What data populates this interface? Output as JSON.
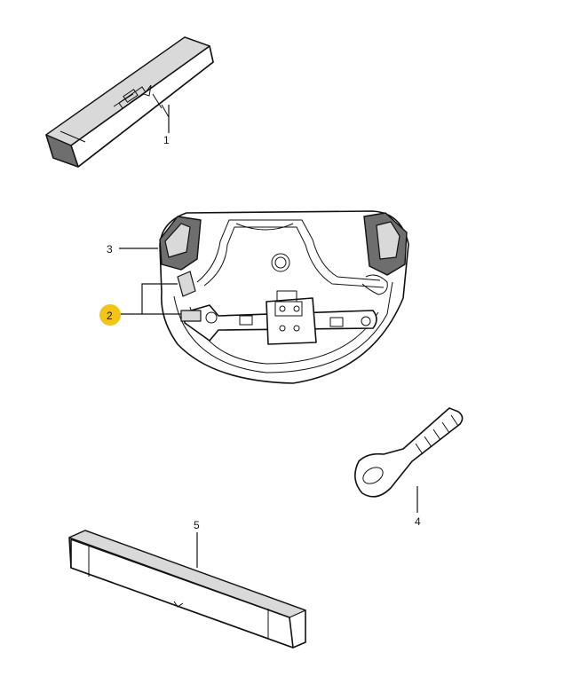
{
  "callouts": [
    {
      "id": "1",
      "label": "1",
      "highlighted": false
    },
    {
      "id": "2",
      "label": "2",
      "highlighted": true
    },
    {
      "id": "3",
      "label": "3",
      "highlighted": false
    },
    {
      "id": "4",
      "label": "4",
      "highlighted": false
    },
    {
      "id": "5",
      "label": "5",
      "highlighted": false
    }
  ],
  "colors": {
    "highlight": "#f2c318",
    "line": "#111111",
    "shade": "#6e6e6e"
  }
}
